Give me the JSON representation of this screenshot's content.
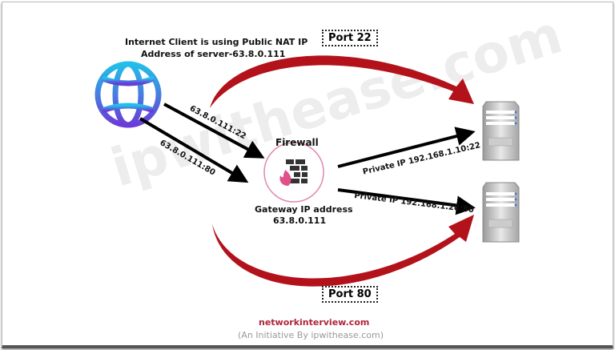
{
  "client_caption": [
    "Internet Client is using Public NAT IP",
    "Address of server-63.8.0.111"
  ],
  "port_top": "Port 22",
  "port_bottom": "Port 80",
  "link_22": "63.8.0.111:22",
  "link_80": "63.8.0.111:80",
  "firewall_title": "Firewall",
  "gateway": [
    "Gateway IP address",
    "63.8.0.111"
  ],
  "private_1": "Private IP 192.168.1.10:22",
  "private_2": "Private IP 192.168.1.20:80",
  "watermark": "ipwithease.com",
  "footer_site": "networkinterview.com",
  "footer_note": "(An Initiative By ipwithease.com)",
  "colors": {
    "arc": "#b3121b",
    "footer_site": "#b0243a",
    "firewall_icon": "#e0508a",
    "globe_top": "#22c0e8",
    "globe_bottom": "#6a3bd8"
  },
  "icons": [
    "globe-icon",
    "firewall-icon",
    "server-icon"
  ]
}
